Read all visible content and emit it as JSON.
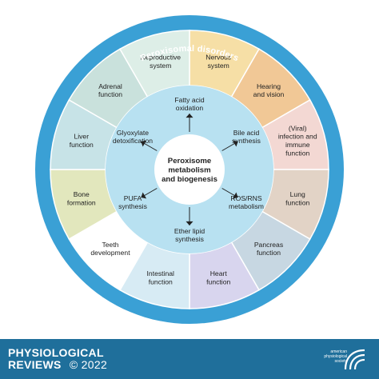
{
  "title": "Peroxisomal disorders",
  "center_label": [
    "Peroxisome",
    "metabolism",
    "and biogenesis"
  ],
  "functions": [
    {
      "lines": [
        "Fatty acid",
        "oxidation"
      ]
    },
    {
      "lines": [
        "Bile acid",
        "synthesis"
      ]
    },
    {
      "lines": [
        "ROS/RNS",
        "metabolism"
      ]
    },
    {
      "lines": [
        "Ether lipid",
        "synthesis"
      ]
    },
    {
      "lines": [
        "PUFA",
        "synthesis"
      ]
    },
    {
      "lines": [
        "Glyoxylate",
        "detoxification"
      ]
    }
  ],
  "disorders": [
    {
      "lines": [
        "Nervous",
        "system"
      ],
      "color": "#f6dfa6"
    },
    {
      "lines": [
        "Hearing",
        "and vision"
      ],
      "color": "#f1c896"
    },
    {
      "lines": [
        "(Viral)",
        "infection and",
        "immune",
        "function"
      ],
      "color": "#f3d8d3"
    },
    {
      "lines": [
        "Lung",
        "function"
      ],
      "color": "#e2d3c6"
    },
    {
      "lines": [
        "Pancreas",
        "function"
      ],
      "color": "#c7d7e2"
    },
    {
      "lines": [
        "Heart",
        "function"
      ],
      "color": "#d8d5ee"
    },
    {
      "lines": [
        "Intestinal",
        "function"
      ],
      "color": "#d7ebf4"
    },
    {
      "lines": [
        "Teeth",
        "development"
      ],
      "color": "#ffffff"
    },
    {
      "lines": [
        "Bone",
        "formation"
      ],
      "color": "#e2e7bd"
    },
    {
      "lines": [
        "Liver",
        "function"
      ],
      "color": "#c7e3e7"
    },
    {
      "lines": [
        "Adrenal",
        "function"
      ],
      "color": "#c9e1dc"
    },
    {
      "lines": [
        "Reproductive",
        "system"
      ],
      "color": "#ddeee7"
    }
  ],
  "colors": {
    "outer_ring": "#3aa0d5",
    "inner_ring": "#b8e1f1",
    "sector_line": "#ffffff",
    "footer_bg": "#1f6f9b",
    "text": "#222222"
  },
  "footer": {
    "journal_line1": "PHYSIOLOGICAL",
    "journal_line2": "REVIEWS",
    "year": "© 2022",
    "publisher": "american physiological society",
    "logo_icon": "aps-logo-icon"
  }
}
